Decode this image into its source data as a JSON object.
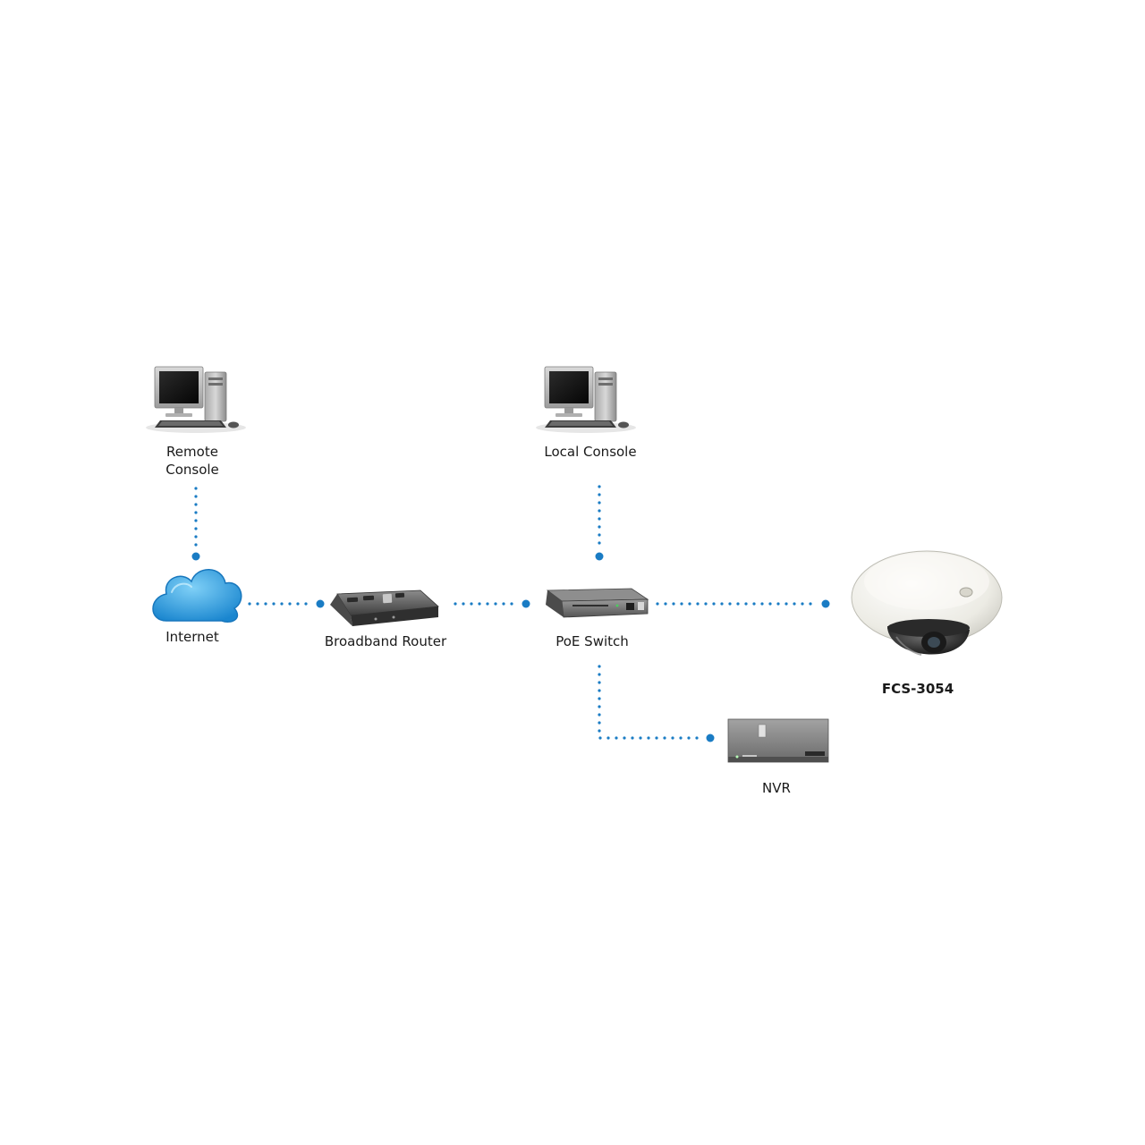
{
  "colors": {
    "link": "#1a7cc4",
    "cloud": "#1f8fd6",
    "cloud_light": "#6cc3f2",
    "device_dark": "#5a5a5a",
    "device_mid": "#8a8a8a",
    "camera_body": "#f2f1ea"
  },
  "nodes": {
    "remote_console": {
      "label_line1": "Remote",
      "label_line2": "Console",
      "icon": "desktop-computer-icon"
    },
    "local_console": {
      "label": "Local Console",
      "icon": "desktop-computer-icon"
    },
    "internet": {
      "label": "Internet",
      "icon": "cloud-icon"
    },
    "router": {
      "label": "Broadband Router",
      "icon": "router-icon"
    },
    "poe_switch": {
      "label": "PoE Switch",
      "icon": "network-switch-icon"
    },
    "camera": {
      "label": "FCS-3054",
      "icon": "dome-camera-icon"
    },
    "nvr": {
      "label": "NVR",
      "icon": "nvr-recorder-icon"
    }
  }
}
